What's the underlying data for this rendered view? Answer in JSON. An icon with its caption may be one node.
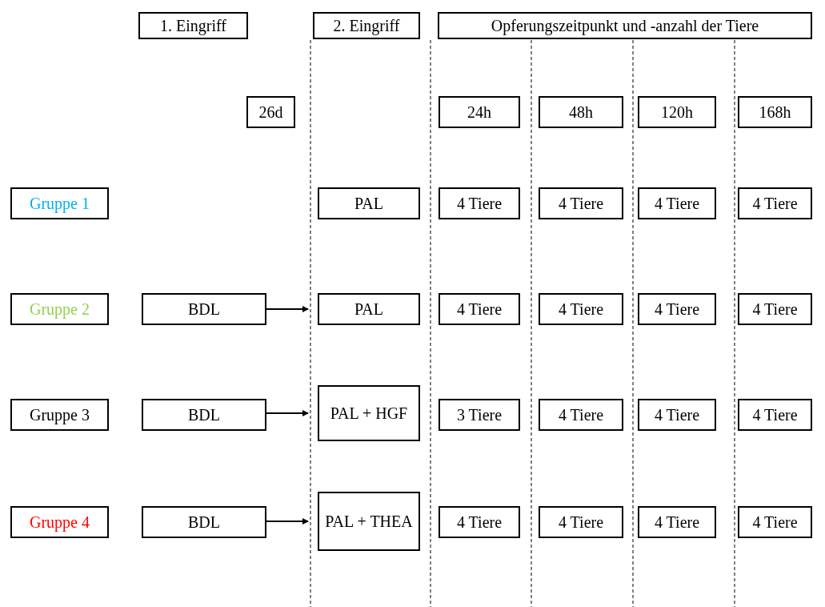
{
  "diagram": {
    "nodes": [
      {
        "text": [
          "1. Eingriff"
        ]
      },
      {
        "text": [
          "2. Eingriff"
        ]
      },
      {
        "text": [
          "Opferungszeitpunkt und -anzahl der Tiere"
        ]
      },
      {
        "text": [
          "26d"
        ]
      },
      {
        "text": [
          "24h"
        ]
      },
      {
        "text": [
          "48h"
        ]
      },
      {
        "text": [
          "120h"
        ]
      },
      {
        "text": [
          "168h"
        ]
      },
      {
        "text": [
          "Gruppe 1"
        ]
      },
      {
        "text": [
          "PAL"
        ]
      },
      {
        "text": [
          "4 Tiere"
        ]
      },
      {
        "text": [
          "4 Tiere"
        ]
      },
      {
        "text": [
          "4 Tiere"
        ]
      },
      {
        "text": [
          "4 Tiere"
        ]
      },
      {
        "text": [
          "Gruppe 2"
        ]
      },
      {
        "text": [
          "BDL"
        ]
      },
      {
        "text": [
          "PAL"
        ]
      },
      {
        "text": [
          "4 Tiere"
        ]
      },
      {
        "text": [
          "4 Tiere"
        ]
      },
      {
        "text": [
          "4 Tiere"
        ]
      },
      {
        "text": [
          "4 Tiere"
        ]
      },
      {
        "text": [
          "Gruppe 3"
        ]
      },
      {
        "text": [
          "BDL"
        ]
      },
      {
        "text": [
          "PAL + HGF"
        ]
      },
      {
        "text": [
          "3 Tiere"
        ]
      },
      {
        "text": [
          "4 Tiere"
        ]
      },
      {
        "text": [
          "4 Tiere"
        ]
      },
      {
        "text": [
          "4 Tiere"
        ]
      },
      {
        "text": [
          "Gruppe 4"
        ]
      },
      {
        "text": [
          "BDL"
        ]
      },
      {
        "text": [
          "PAL + THEA"
        ]
      },
      {
        "text": [
          "4 Tiere"
        ]
      },
      {
        "text": [
          "4 Tiere"
        ]
      },
      {
        "text": [
          "4 Tiere"
        ]
      },
      {
        "text": [
          "4 Tiere"
        ]
      }
    ],
    "edges": [
      {
        "from": 15,
        "to": 16,
        "arrow": "to"
      },
      {
        "from": 22,
        "to": 23,
        "arrow": "to"
      },
      {
        "from": 29,
        "to": 30,
        "arrow": "to"
      }
    ]
  }
}
